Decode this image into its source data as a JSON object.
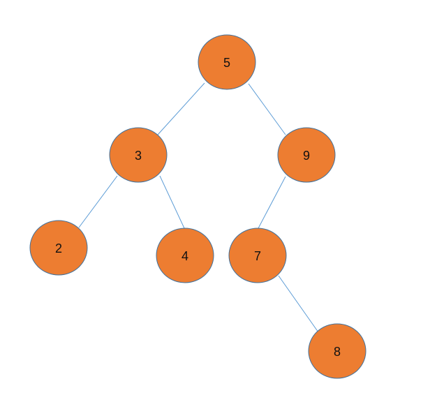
{
  "title": "Binary tree",
  "colors": {
    "node_fill": "#ED7D31",
    "node_stroke": "#41719C",
    "edge": "#5B9BD5",
    "text": "#111111"
  },
  "nodes": [
    {
      "id": "n5",
      "label": "5"
    },
    {
      "id": "n3",
      "label": "3"
    },
    {
      "id": "n9",
      "label": "9"
    },
    {
      "id": "n2",
      "label": "2"
    },
    {
      "id": "n4",
      "label": "4"
    },
    {
      "id": "n7",
      "label": "7"
    },
    {
      "id": "n8",
      "label": "8"
    }
  ],
  "edges": [
    {
      "from": "5",
      "to": "3"
    },
    {
      "from": "5",
      "to": "9"
    },
    {
      "from": "3",
      "to": "2"
    },
    {
      "from": "3",
      "to": "4"
    },
    {
      "from": "9",
      "to": "7"
    },
    {
      "from": "7",
      "to": "8"
    }
  ]
}
